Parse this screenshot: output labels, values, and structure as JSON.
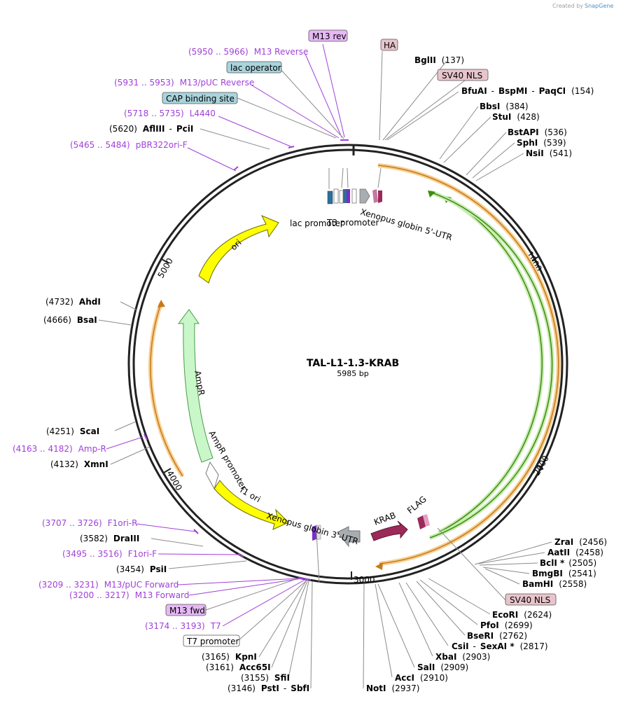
{
  "watermark": {
    "prefix": "Created by",
    "brand": "SnapGene"
  },
  "plasmid": {
    "name": "TAL-L1-1.3-KRAB",
    "length": "5985 bp"
  },
  "ticks": [
    "1000",
    "2000",
    "3000",
    "4000",
    "5000"
  ],
  "enzymes_right_top": [
    {
      "label": "BglII",
      "pos": "(137)"
    },
    {
      "label": "BfuAI",
      "sep1": "-",
      "label2": "BspMI",
      "sep2": "-",
      "label3": "PaqCI",
      "pos": "(154)"
    },
    {
      "label": "BbsI",
      "pos": "(384)"
    },
    {
      "label": "StuI",
      "pos": "(428)"
    },
    {
      "label": "BstAPI",
      "pos": "(536)"
    },
    {
      "label": "SphI",
      "pos": "(539)"
    },
    {
      "label": "NsiI",
      "pos": "(541)"
    }
  ],
  "enzymes_right_bottom": [
    {
      "label": "ZraI",
      "pos": "(2456)"
    },
    {
      "label": "AatII",
      "pos": "(2458)"
    },
    {
      "label": "BclI *",
      "pos": "(2505)"
    },
    {
      "label": "BmgBI",
      "pos": "(2541)"
    },
    {
      "label": "BamHI",
      "pos": "(2558)"
    },
    {
      "label": "EcoRI",
      "pos": "(2624)"
    },
    {
      "label": "PfoI",
      "pos": "(2699)"
    },
    {
      "label": "BseRI",
      "pos": "(2762)"
    },
    {
      "label": "CsiI",
      "sep1": "-",
      "label2": "SexAI *",
      "pos": "(2817)"
    },
    {
      "label": "XbaI",
      "pos": "(2903)"
    },
    {
      "label": "SalI",
      "pos": "(2909)"
    },
    {
      "label": "AccI",
      "pos": "(2910)"
    },
    {
      "label": "NotI",
      "pos": "(2937)"
    }
  ],
  "enzymes_left": [
    {
      "label": "AflIII",
      "sep1": "-",
      "label2": "PciI",
      "pos": "(5620)"
    },
    {
      "label": "AhdI",
      "pos": "(4732)"
    },
    {
      "label": "BsaI",
      "pos": "(4666)"
    },
    {
      "label": "ScaI",
      "pos": "(4251)"
    },
    {
      "label": "XmnI",
      "pos": "(4132)"
    },
    {
      "label": "DraIII",
      "pos": "(3582)"
    },
    {
      "label": "PsiI",
      "pos": "(3454)"
    },
    {
      "label": "KpnI",
      "pos": "(3165)"
    },
    {
      "label": "Acc65I",
      "pos": "(3161)"
    },
    {
      "label": "SfiI",
      "pos": "(3155)"
    },
    {
      "label": "PstI",
      "sep1": "-",
      "label2": "SbfI",
      "pos": "(3146)"
    }
  ],
  "primers": [
    {
      "range": "(5950 .. 5966)",
      "name": "M13 Reverse"
    },
    {
      "range": "(5931 .. 5953)",
      "name": "M13/pUC Reverse"
    },
    {
      "range": "(5718 .. 5735)",
      "name": "L4440"
    },
    {
      "range": "(5465 .. 5484)",
      "name": "pBR322ori-F"
    },
    {
      "range": "(4163 .. 4182)",
      "name": "Amp-R"
    },
    {
      "range": "(3707 .. 3726)",
      "name": "F1ori-R"
    },
    {
      "range": "(3495 .. 3516)",
      "name": "F1ori-F"
    },
    {
      "range": "(3209 .. 3231)",
      "name": "M13/pUC Forward"
    },
    {
      "range": "(3200 .. 3217)",
      "name": "M13 Forward"
    },
    {
      "range": "(3174 .. 3193)",
      "name": "T7"
    }
  ],
  "boxed_features": [
    {
      "label": "M13 rev",
      "style": "primer"
    },
    {
      "label": "HA",
      "style": "tag"
    },
    {
      "label": "SV40 NLS",
      "style": "tag"
    },
    {
      "label": "lac operator",
      "style": "protein"
    },
    {
      "label": "CAP binding site",
      "style": "protein"
    },
    {
      "label": "SV40 NLS",
      "style": "tag"
    },
    {
      "label": "M13 fwd",
      "style": "primer"
    },
    {
      "label": "T7 promoter",
      "style": "promoter"
    }
  ],
  "features": {
    "lac_promoter": "lac promoter",
    "t3_promoter": "T3 promoter",
    "xenopus5": "Xenopus globin 5'-UTR",
    "ori": "ori",
    "ampr": "AmpR",
    "ampr_promoter": "AmpR promoter",
    "f1ori": "f1 ori",
    "xenopus3": "Xenopus globin 3'-UTR",
    "krab": "KRAB",
    "flag": "FLAG"
  },
  "colors": {
    "primer": "#a040d8",
    "primer_box": "#e6b8f5",
    "tag_box": "#e8c4cc",
    "protein_box": "#a9d4dc",
    "ori": "#ffff00",
    "ampr": "#c9f7c9",
    "orange": "#f0a030",
    "green": "#58b018",
    "krab": "#9b2a5a",
    "gray_arrow": "#a8adb1"
  }
}
